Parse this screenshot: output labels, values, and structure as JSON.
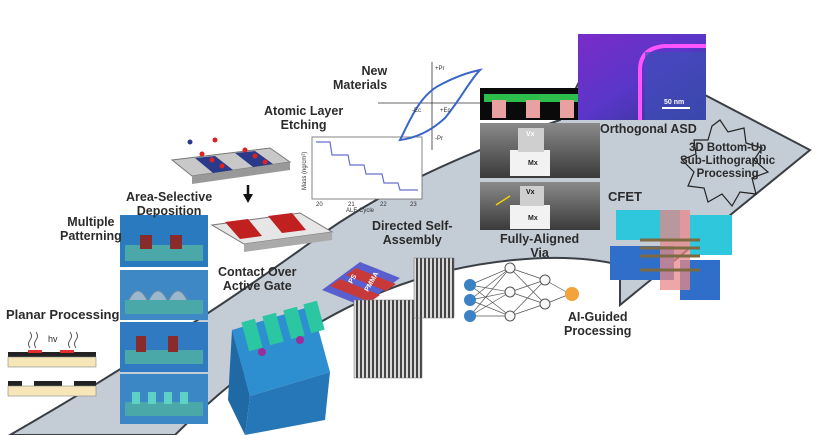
{
  "labels": {
    "planar": "Planar Processing",
    "hv": "hv",
    "multiple": [
      "Multiple",
      "Patterning"
    ],
    "area_selective": [
      "Area-Selective",
      "Deposition"
    ],
    "ale": [
      "Atomic Layer",
      "Etching"
    ],
    "new_materials": [
      "New",
      "Materials"
    ],
    "contact": [
      "Contact Over",
      "Active Gate"
    ],
    "dsa": [
      "Directed Self-",
      "Assembly"
    ],
    "fav": [
      "Fully-Aligned",
      "Via"
    ],
    "asd": "Orthogonal ASD",
    "cfet": "CFET",
    "ai": [
      "AI-Guided",
      "Processing"
    ],
    "bottom_up": [
      "3D Bottom-Up",
      "Sub-Lithographic",
      "Processing"
    ]
  },
  "ale_plot": {
    "xlabel": "ALE Cycle",
    "ylabel": "Mass (ng/cm²)",
    "ticks": [
      "20",
      "21",
      "22",
      "23"
    ]
  },
  "hysteresis": {
    "p_pos": "+Pr",
    "p_neg": "-Pr",
    "e_pos": "+Ec",
    "e_neg": "-Ec"
  },
  "tem": {
    "vx": "Vx",
    "mx": "Mx"
  },
  "asd_scale": "50 nm",
  "pmma": "PMMA",
  "ps": "PS",
  "colors": {
    "arrow_fill": "#c4ccd6",
    "arrow_stroke": "#3a3f45",
    "cfet_cyan": "#2ec7dc",
    "cfet_blue": "#2f6fc9",
    "cfet_pink": "#e88888",
    "ai_node_blue": "#3b82c4",
    "ai_node_orange": "#f2a33a"
  }
}
